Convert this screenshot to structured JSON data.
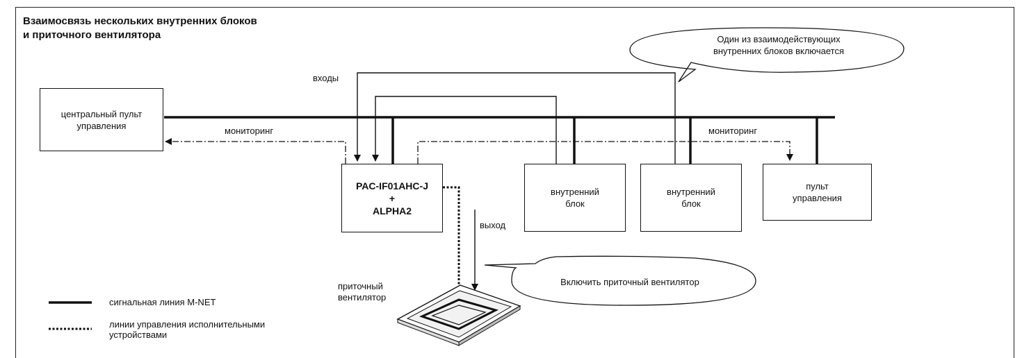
{
  "title": {
    "line1": "Взаимосвязь нескольких внутренних блоков",
    "line2": "и приточного вентилятора"
  },
  "boxes": {
    "central_remote": "центральный пульт\nуправления",
    "adapter": "PAC-IF01AHC-J\n+\nALPHA2",
    "indoor_unit_1": "внутренний\nблок",
    "indoor_unit_2": "внутренний\nблок",
    "remote": "пульт\nуправления"
  },
  "labels": {
    "inputs": "входы",
    "monitoring_left": "мониторинг",
    "monitoring_right": "мониторинг",
    "output": "выход",
    "fan": "приточный\nвентилятор"
  },
  "callouts": {
    "top": "Один из взаимодействующих\nвнутренних блоков включается",
    "bottom": "Включить приточный вентилятор"
  },
  "legend": {
    "mnet": "сигнальная линия M-NET",
    "control": "линии управления исполнительными\nустройствами"
  }
}
